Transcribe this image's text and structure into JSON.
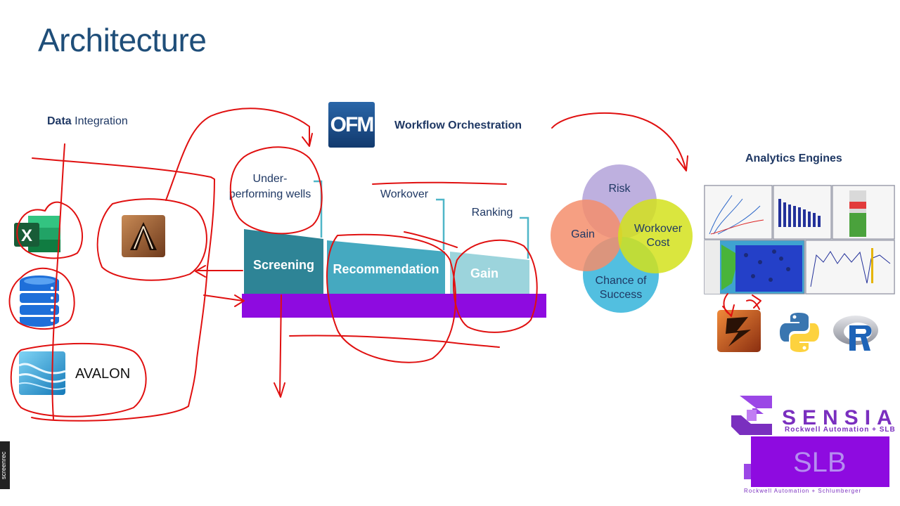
{
  "title": "Architecture",
  "data_integration": {
    "bold": "Data",
    "rest": " Integration"
  },
  "ofm_logo": "OFM",
  "workflow_title": "Workflow Orchestration",
  "analytics_title": "Analytics Engines",
  "avalon_label": "AVALON",
  "stages": [
    {
      "label": "Screening",
      "callout": "Under-\nperforming wells",
      "color": "#2e8496"
    },
    {
      "label": "Recommendation",
      "callout": "Workover",
      "color": "#45a9c0"
    },
    {
      "label": "Gain",
      "callout": "Ranking",
      "color": "#9cd4dc"
    }
  ],
  "bar_color": "#8e0be0",
  "venn": {
    "risk": "Risk",
    "gain": "Gain",
    "workover": "Workover\nCost",
    "success": "Chance of\nSuccess"
  },
  "brand": {
    "sensia": "SENSIA",
    "sensia_sub": "Rockwell Automation + SLB",
    "slb": "SLB",
    "bottom_sub": "Rockwell Automation + Schlumberger"
  },
  "recorder": "screenrec",
  "annotation_color": "#e01010"
}
